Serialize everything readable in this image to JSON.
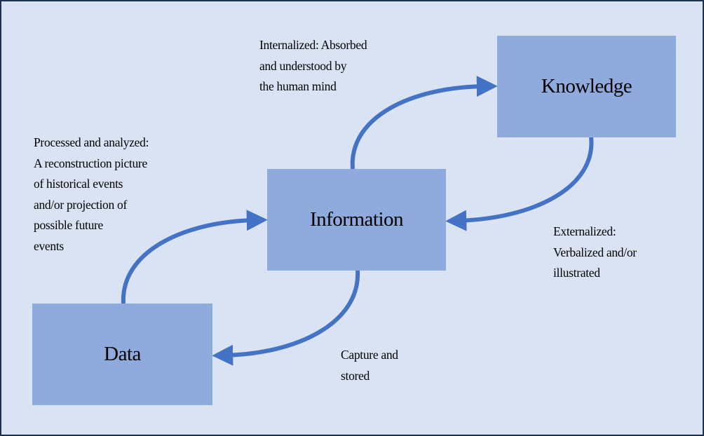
{
  "diagram": {
    "title": "Data - Information - Knowledge cycle",
    "colors": {
      "background": "#dae3f3",
      "border": "#1c3050",
      "box_fill": "#8faadc",
      "arrow": "#4472c4"
    },
    "nodes": [
      {
        "id": "data",
        "label": "Data"
      },
      {
        "id": "information",
        "label": "Information"
      },
      {
        "id": "knowledge",
        "label": "Knowledge"
      }
    ],
    "edges": [
      {
        "from": "data",
        "to": "information",
        "label": "Processed and analyzed:\nA reconstruction picture\nof historical events\nand/or projection of\npossible future\nevents"
      },
      {
        "from": "information",
        "to": "knowledge",
        "label": "Internalized: Absorbed\nand understood by\nthe human mind"
      },
      {
        "from": "knowledge",
        "to": "information",
        "label": "Externalized:\nVerbalized and/or\nillustrated"
      },
      {
        "from": "information",
        "to": "data",
        "label": "Capture and\nstored"
      }
    ]
  }
}
